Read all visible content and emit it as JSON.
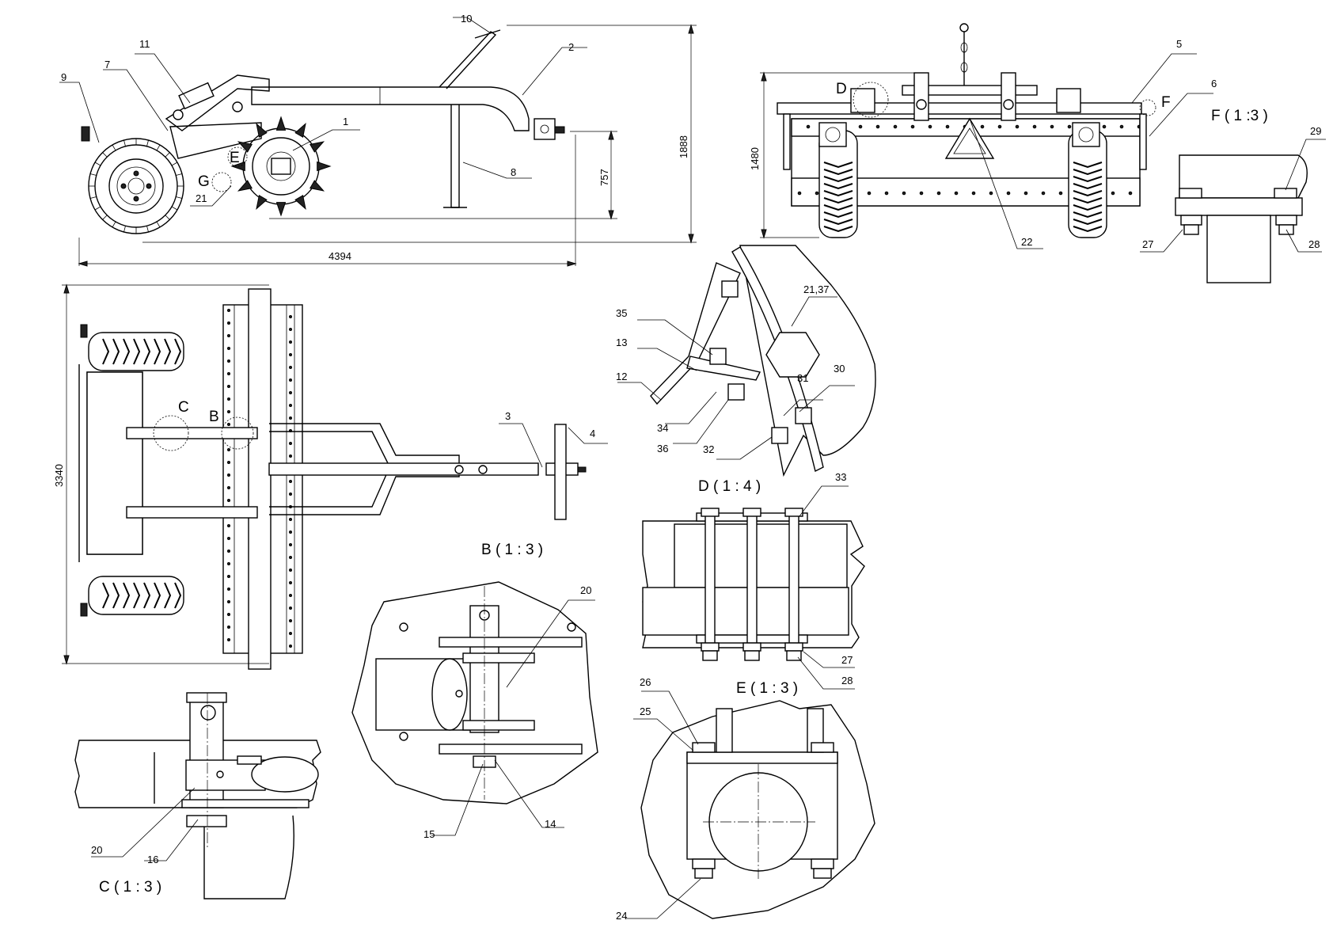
{
  "side_view": {
    "dim_length": "4394",
    "dim_height_total": "1888",
    "dim_height_hitch": "757",
    "callouts": [
      "10",
      "2",
      "11",
      "7",
      "9",
      "1",
      "8",
      "21"
    ],
    "markers": [
      "E",
      "G"
    ]
  },
  "front_view": {
    "dim_height": "1480",
    "callouts": [
      "5",
      "6",
      "22"
    ],
    "markers": [
      "D",
      "F"
    ]
  },
  "plan_view": {
    "dim_width": "3340",
    "callouts": [
      "3",
      "4"
    ],
    "markers": [
      "C",
      "B"
    ]
  },
  "detail_F": {
    "title": "F ( 1 :3 )",
    "callouts": [
      "29",
      "27",
      "28"
    ]
  },
  "detail_D": {
    "title": "D ( 1 : 4 )",
    "callouts": [
      "21,37",
      "35",
      "13",
      "12",
      "31",
      "30",
      "34",
      "36",
      "32"
    ]
  },
  "detail_B": {
    "title": "B ( 1 : 3 )",
    "callouts": [
      "20",
      "15",
      "14"
    ]
  },
  "detail_33": {
    "callouts": [
      "33",
      "27",
      "28"
    ]
  },
  "detail_E": {
    "title": "E ( 1 : 3 )",
    "callouts": [
      "26",
      "25",
      "24"
    ]
  },
  "detail_C": {
    "title": "C ( 1 : 3 )",
    "callouts": [
      "20",
      "16"
    ]
  }
}
